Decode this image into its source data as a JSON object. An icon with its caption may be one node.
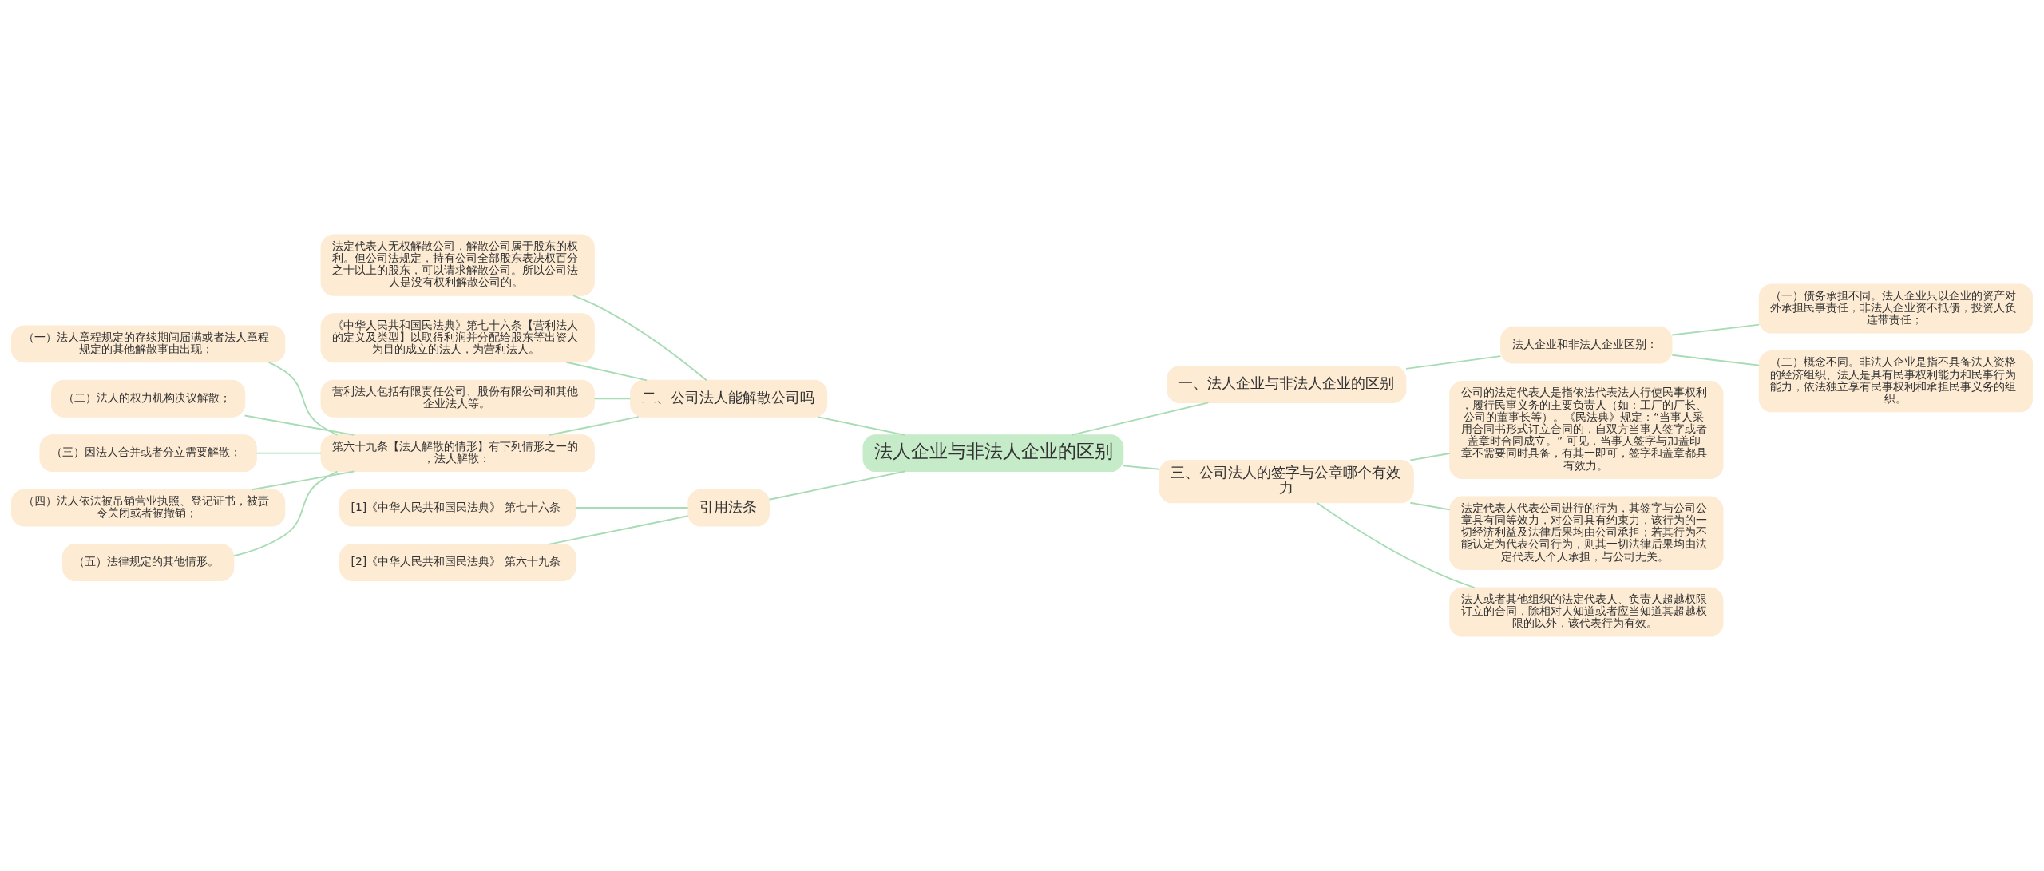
{
  "diagram": {
    "nodes": [
      {
        "text": [
          "法人企业与非法人企业的区别"
        ]
      },
      {
        "text": [
          "一、法人企业与非法人企业的区别"
        ]
      },
      {
        "text": [
          "法人企业和非法人企业区别："
        ]
      },
      {
        "text": [
          "（一）债务承担不同。法人企业只以企业的资产对外承担民事责任，非法人企业资不抵债，投资人负连带责任；"
        ]
      },
      {
        "text": [
          "（二）概念不同。非法人企业是指不具备法人资格的经济组织、法人是具有民事权利能力和民事行为能力，依法独立享有民事权利和承担民事义务的组织。"
        ]
      },
      {
        "text": [
          "三、公司法人的签字与公章哪个有效力"
        ]
      },
      {
        "text": [
          "公司的法定代表人是指依法代表法人行使民事权利，履行民事义务的主要负责人（如：工厂的厂长、公司的董事长等）。《民法典》规定：“当事人采用合同书形式订立合同的，自双方当事人签字或者盖章时合同成立。” 可见，当事人签字与加盖印章不需要同时具备，有其一即可，签字和盖章都具有效力。"
        ]
      },
      {
        "text": [
          "法定代表人代表公司进行的行为，其签字与公司公章具有同等效力，对公司具有约束力，该行为的一切经济利益及法律后果均由公司承担；若其行为不能认定为代表公司行为，则其一切法律后果均由法定代表人个人承担，与公司无关。"
        ]
      },
      {
        "text": [
          "法人或者其他组织的法定代表人、负责人超越权限订立的合同，除相对人知道或者应当知道其超越权限的以外，该代表行为有效。"
        ]
      },
      {
        "text": [
          "二、公司法人能解散公司吗"
        ]
      },
      {
        "text": [
          "法定代表人无权解散公司，解散公司属于股东的权利。但公司法规定，持有公司全部股东表决权百分之十以上的股东，可以请求解散公司。所以公司法人是没有权利解散公司的。"
        ]
      },
      {
        "text": [
          "《中华人民共和国民法典》第七十六条【营利法人的定义及类型】以取得利润并分配给股东等出资人为目的成立的法人，为营利法人。"
        ]
      },
      {
        "text": [
          "营利法人包括有限责任公司、股份有限公司和其他企业法人等。"
        ]
      },
      {
        "text": [
          "第六十九条【法人解散的情形】有下列情形之一的，法人解散："
        ]
      },
      {
        "text": [
          "（一）法人章程规定的存续期间届满或者法人章程规定的其他解散事由出现；"
        ]
      },
      {
        "text": [
          "（二）法人的权力机构决议解散；"
        ]
      },
      {
        "text": [
          "（三）因法人合并或者分立需要解散；"
        ]
      },
      {
        "text": [
          "（四）法人依法被吊销营业执照、登记证书，被责令关闭或者被撤销；"
        ]
      },
      {
        "text": [
          "（五）法律规定的其他情形。"
        ]
      },
      {
        "text": [
          "引用法条"
        ]
      },
      {
        "text": [
          "[1]《中华人民共和国民法典》 第七十六条"
        ]
      },
      {
        "text": [
          "[2]《中华人民共和国民法典》 第六十九条"
        ]
      }
    ],
    "edges": [
      {
        "from": 0,
        "to": 1,
        "arrow": "none"
      },
      {
        "from": 1,
        "to": 2,
        "arrow": "none"
      },
      {
        "from": 2,
        "to": 3,
        "arrow": "none"
      },
      {
        "from": 2,
        "to": 4,
        "arrow": "none"
      },
      {
        "from": 0,
        "to": 5,
        "arrow": "none"
      },
      {
        "from": 5,
        "to": 6,
        "arrow": "none"
      },
      {
        "from": 5,
        "to": 7,
        "arrow": "none"
      },
      {
        "from": 5,
        "to": 8,
        "arrow": "none"
      },
      {
        "from": 0,
        "to": 9,
        "arrow": "none"
      },
      {
        "from": 9,
        "to": 10,
        "arrow": "none"
      },
      {
        "from": 9,
        "to": 11,
        "arrow": "none"
      },
      {
        "from": 9,
        "to": 12,
        "arrow": "none"
      },
      {
        "from": 9,
        "to": 13,
        "arrow": "none"
      },
      {
        "from": 13,
        "to": 14,
        "arrow": "none"
      },
      {
        "from": 13,
        "to": 15,
        "arrow": "none"
      },
      {
        "from": 13,
        "to": 16,
        "arrow": "none"
      },
      {
        "from": 13,
        "to": 17,
        "arrow": "none"
      },
      {
        "from": 13,
        "to": 18,
        "arrow": "none"
      },
      {
        "from": 0,
        "to": 19,
        "arrow": "none"
      },
      {
        "from": 19,
        "to": 20,
        "arrow": "none"
      },
      {
        "from": 19,
        "to": 21,
        "arrow": "none"
      }
    ]
  }
}
